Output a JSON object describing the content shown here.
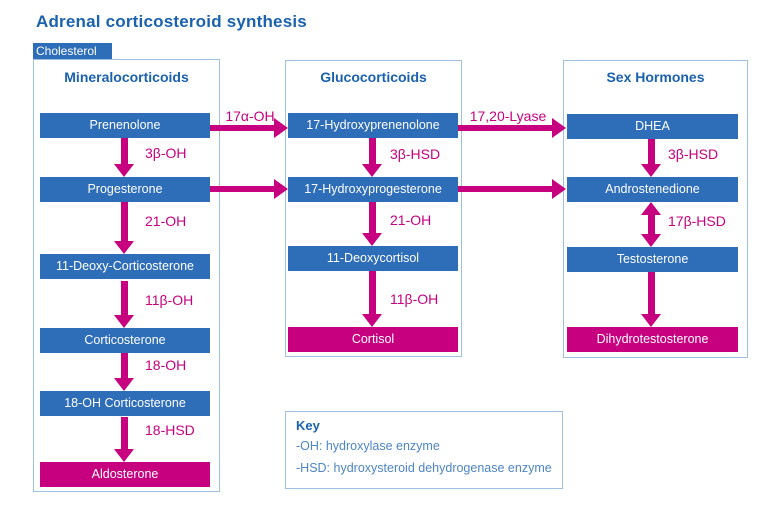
{
  "title": "Adrenal corticosteroid synthesis",
  "cholesterol": "Cholesterol",
  "columns": [
    {
      "header": "Mineralocorticoids",
      "boxes": [
        {
          "label": "Prenenolone",
          "type": "blue"
        },
        {
          "label": "Progesterone",
          "type": "blue"
        },
        {
          "label": "11-Deoxy-Corticosterone",
          "type": "blue"
        },
        {
          "label": "Corticosterone",
          "type": "blue"
        },
        {
          "label": "18-OH Corticosterone",
          "type": "blue"
        },
        {
          "label": "Aldosterone",
          "type": "pink"
        }
      ],
      "enzymes": [
        "3β-OH",
        "21-OH",
        "11β-OH",
        "18-OH",
        "18-HSD"
      ]
    },
    {
      "header": "Glucocorticoids",
      "boxes": [
        {
          "label": "17-Hydroxyprenenolone",
          "type": "blue"
        },
        {
          "label": "17-Hydroxyprogesterone",
          "type": "blue"
        },
        {
          "label": "11-Deoxycortisol",
          "type": "blue"
        },
        {
          "label": "Cortisol",
          "type": "pink"
        }
      ],
      "enzymes": [
        "3β-HSD",
        "21-OH",
        "11β-OH"
      ]
    },
    {
      "header": "Sex Hormones",
      "boxes": [
        {
          "label": "DHEA",
          "type": "blue"
        },
        {
          "label": "Androstenedione",
          "type": "blue"
        },
        {
          "label": "Testosterone",
          "type": "blue"
        },
        {
          "label": "Dihydrotestosterone",
          "type": "pink"
        }
      ],
      "enzymes": [
        "3β-HSD",
        "17β-HSD"
      ]
    }
  ],
  "cross_arrows": [
    {
      "label": "17α-OH",
      "from": "Prenenolone",
      "to": "17-Hydroxyprenenolone"
    },
    {
      "label": "17,20-Lyase",
      "from": "17-Hydroxyprenenolone",
      "to": "DHEA"
    },
    {
      "label": "",
      "from": "Progesterone",
      "to": "17-Hydroxyprogesterone"
    },
    {
      "label": "",
      "from": "17-Hydroxyprogesterone",
      "to": "Androstenedione"
    }
  ],
  "key": {
    "title": "Key",
    "lines": [
      "-OH: hydroxylase enzyme",
      "-HSD: hydroxysteroid dehydrogenase enzyme"
    ]
  },
  "colors": {
    "box_blue": "#2e6db8",
    "magenta": "#c7007f",
    "heading_blue": "#1a62ae",
    "frame_border": "#9cc0e0",
    "key_text_blue": "#4d85c6"
  }
}
